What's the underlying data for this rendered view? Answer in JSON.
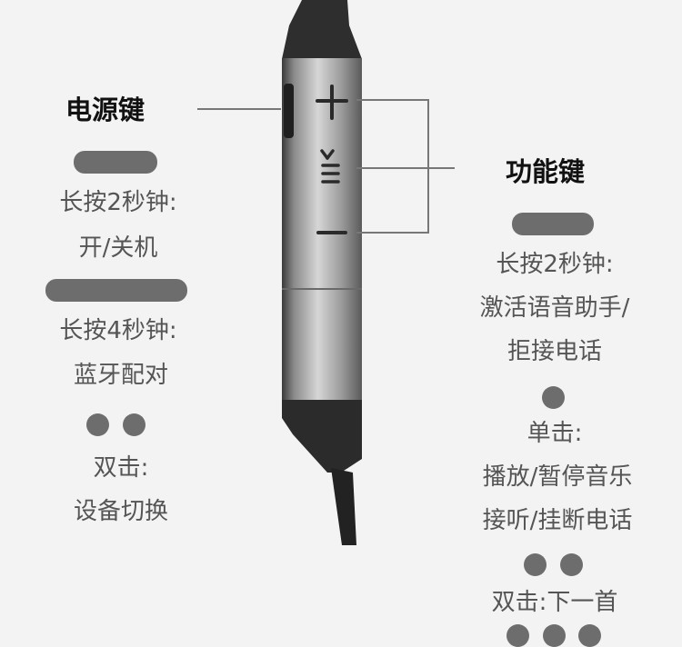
{
  "power_key": {
    "title": "电源键",
    "long_press_2s_label": "长按2秒钟:",
    "long_press_2s_action": "开/关机",
    "long_press_4s_label": "长按4秒钟:",
    "long_press_4s_action": "蓝牙配对",
    "double_click_label": "双击:",
    "double_click_action": "设备切换"
  },
  "function_key": {
    "title": "功能键",
    "long_press_label": "长按2秒钟:",
    "long_press_action_1": "激活语音助手/",
    "long_press_action_2": "拒接电话",
    "single_click_label": "单击:",
    "single_click_action_1": "播放/暂停音乐",
    "single_click_action_2": "接听/挂断电话",
    "double_click": "双击:下一首"
  },
  "colors": {
    "background": "#f3f3f3",
    "indicator": "#6d6d6d",
    "title": "#111111",
    "body_text": "#555555"
  }
}
